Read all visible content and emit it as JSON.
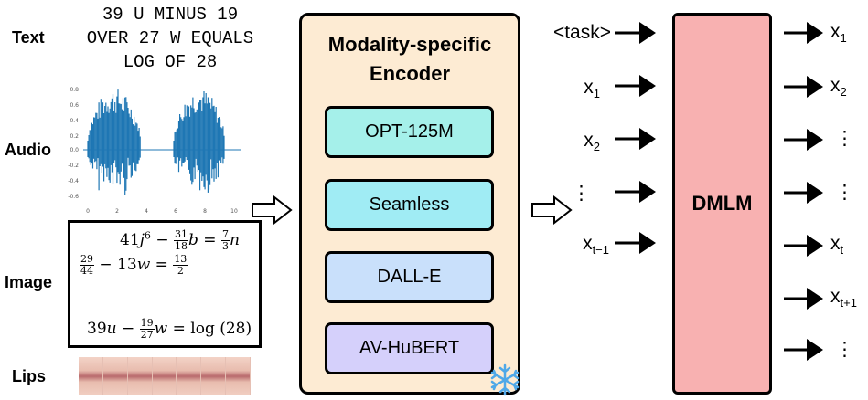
{
  "labels": {
    "text": "Text",
    "audio": "Audio",
    "image": "Image",
    "lips": "Lips"
  },
  "text_sample": {
    "line1": "39 U MINUS 19",
    "line2": "OVER 27 W EQUALS",
    "line3": "LOG OF 28"
  },
  "audio_axis": {
    "y_ticks": [
      "0.8",
      "0.6",
      "0.4",
      "0.2",
      "0.0",
      "-0.2",
      "-0.4",
      "-0.6"
    ],
    "x_ticks": [
      "0",
      "2",
      "4",
      "6",
      "8",
      "10"
    ]
  },
  "image_math": {
    "eq1_a": "41",
    "eq1_b": "j",
    "eq1_c": "6",
    "eq1_d": " − ",
    "eq1_frac1_num": "31",
    "eq1_frac1_den": "18",
    "eq1_e": "b",
    "eq1_f": " = ",
    "eq1_frac2_num": "7",
    "eq1_frac2_den": "3",
    "eq1_g": "n",
    "eq2_frac1_num": "29",
    "eq2_frac1_den": "44",
    "eq2_a": " − 13",
    "eq2_b": "w",
    "eq2_c": " = ",
    "eq2_frac2_num": "13",
    "eq2_frac2_den": "2",
    "eq3_a": "39",
    "eq3_b": "u",
    "eq3_c": " − ",
    "eq3_frac_num": "19",
    "eq3_frac_den": "27",
    "eq3_d": "w",
    "eq3_e": " = log (28)"
  },
  "encoder": {
    "title_line1": "Modality-specific",
    "title_line2": "Encoder",
    "items": [
      {
        "label": "OPT-125M",
        "color": "#a5f0ea"
      },
      {
        "label": "Seamless",
        "color": "#a0ecf4"
      },
      {
        "label": "DALL-E",
        "color": "#c9e0fb"
      },
      {
        "label": "AV-HuBERT",
        "color": "#d5d0fb"
      }
    ],
    "frozen_icon": "snowflake-icon"
  },
  "dmlm": {
    "label": "DMLM",
    "color": "#f8b1b1"
  },
  "inputs": {
    "task": "<task>",
    "x1": "x",
    "x1_sub": "1",
    "x2": "x",
    "x2_sub": "2",
    "dots": "⋮",
    "xt1": "x",
    "xt1_sub": "t−1"
  },
  "outputs": {
    "o1": "x",
    "o1_sub": "1",
    "o2": "x",
    "o2_sub": "2",
    "o3": "⋮",
    "o4": "⋮",
    "o5": "x",
    "o5_sub": "t",
    "o6": "x",
    "o6_sub": "t+1",
    "o7": "⋮"
  }
}
